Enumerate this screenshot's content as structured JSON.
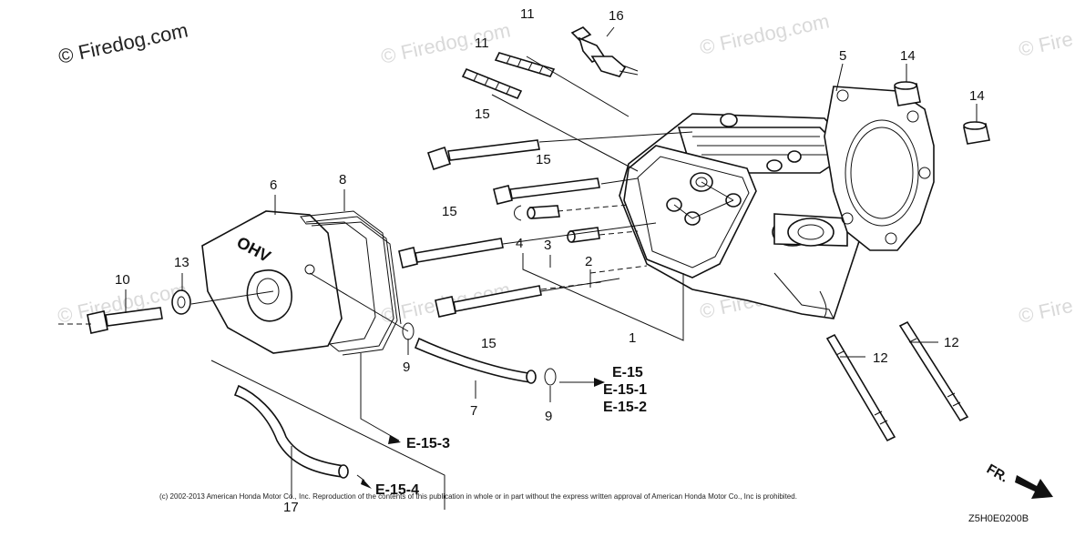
{
  "watermarks": {
    "main": "© Firedog.com",
    "faint": [
      "© Firedog.com",
      "© Firedog.com",
      "© Fire",
      "© Firedog.com",
      "© Firedog.com",
      "© Firedog.com",
      "© Fire"
    ]
  },
  "callouts": {
    "c1": "1",
    "c2": "2",
    "c3": "3",
    "c4": "4",
    "c5": "5",
    "c6": "6",
    "c7": "7",
    "c8": "8",
    "c9a": "9",
    "c9b": "9",
    "c10": "10",
    "c11a": "11",
    "c11b": "11",
    "c12a": "12",
    "c12b": "12",
    "c13": "13",
    "c14a": "14",
    "c14b": "14",
    "c15a": "15",
    "c15b": "15",
    "c15c": "15",
    "c15d": "15",
    "c16": "16",
    "c17": "17"
  },
  "references": {
    "e15": "E-15",
    "e15_1": "E-15-1",
    "e15_2": "E-15-2",
    "e15_3": "E-15-3",
    "e15_4": "E-15-4"
  },
  "cover_mark": "OHV",
  "direction_label": "FR.",
  "copyright": "(c) 2002-2013 American Honda Motor Co., Inc. Reproduction of the contents of this publication in whole or in part without the express written approval of American Honda Motor Co., Inc is prohibited.",
  "diagram_code": "Z5H0E0200B"
}
